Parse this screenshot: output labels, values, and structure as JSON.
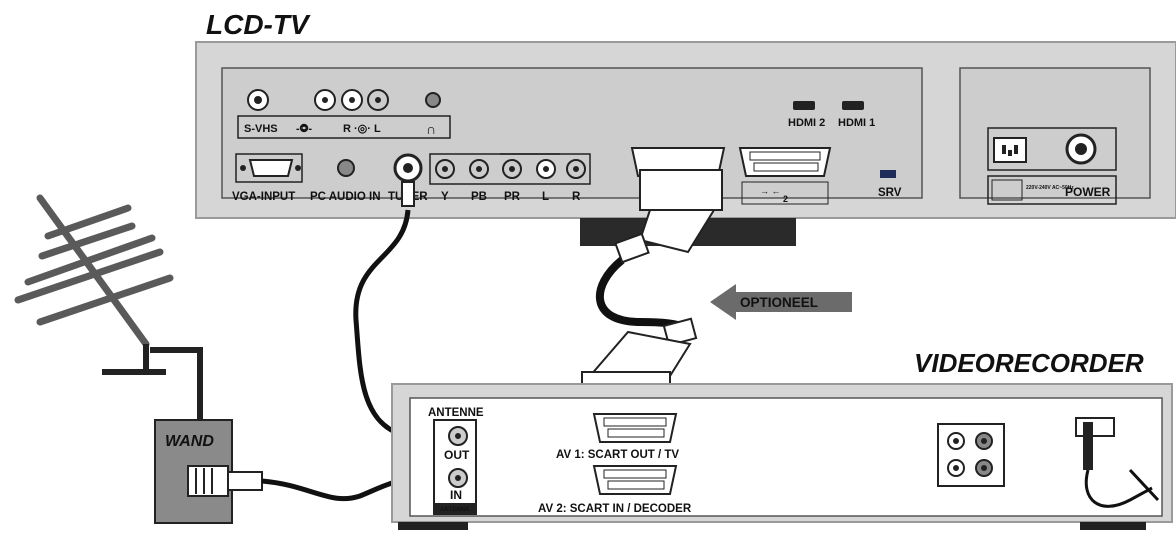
{
  "tv": {
    "title": "LCD-TV",
    "labels": {
      "svhs": "S-VHS",
      "rl": "R ·◎· L",
      "hdmi2": "HDMI 2",
      "hdmi1": "HDMI 1",
      "vga": "VGA-INPUT",
      "pcaudio": "PC AUDIO IN",
      "tuner": "TUNER",
      "y": "Y",
      "pb": "PB",
      "pr": "PR",
      "l": "L",
      "r": "R",
      "scart2": "2",
      "srv": "SRV",
      "mains": "220V-240V AC~50Hz",
      "power": "POWER"
    }
  },
  "optional_label": "OPTIONEEL",
  "wall": {
    "label": "WAND"
  },
  "vcr": {
    "title": "VIDEORECORDER",
    "antenna_label": "ANTENNE",
    "out_label": "OUT",
    "in_label": "IN",
    "antenna_sub": "ANTENNA",
    "av1": "AV 1: SCART OUT / TV",
    "av2": "AV 2: SCART IN / DECODER"
  },
  "colors": {
    "panel": "#d6d6d6",
    "panel_edge": "#9a9a9a",
    "inner": "#cfcfcf",
    "stand": "#2a2a2a",
    "cable": "#111111",
    "wall_box": "#8a8a8a",
    "arrow": "#6b6b6b"
  }
}
